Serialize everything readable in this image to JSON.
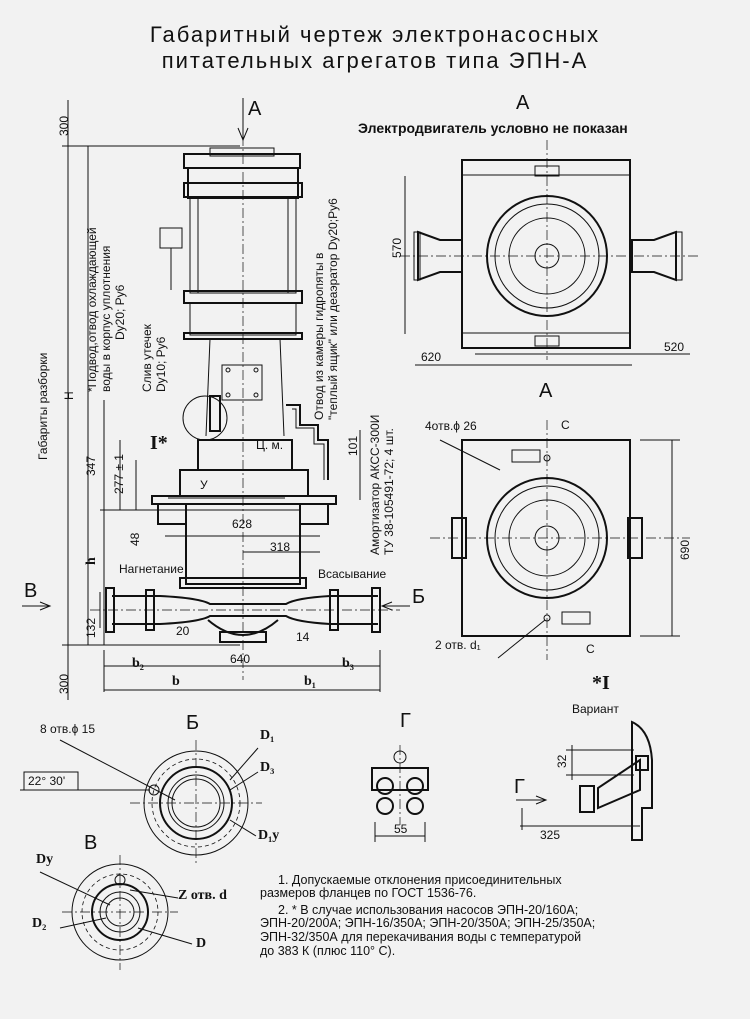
{
  "title": {
    "line1": "Габаритный чертеж электронасосных",
    "line2": "питательных агрегатов типа ЭПН-А"
  },
  "views": {
    "a_main": "А",
    "a_top": "А",
    "a_mid": "А",
    "b_section": "Б",
    "b_arrow": "Б",
    "v_section": "В",
    "v_arrow": "В",
    "g_view": "Г",
    "g_arrow": "Г",
    "detail": "*I",
    "detail_marker": "I*"
  },
  "captions": {
    "motor_note": "Электродвигатель условно не показан",
    "variant": "Вариант",
    "discharge": "Нагнетание",
    "suction": "Всасывание",
    "center_mass": "Ц. м.",
    "y_label": "У",
    "holes_26": "4отв.ϕ 26",
    "holes_d1": "2 отв. d₁",
    "holes_15": "8 отв.ϕ 15",
    "angle": "22° 30'",
    "holes_z": "Z отв. d",
    "c_top": "С",
    "c_bottom": "С"
  },
  "vertical_captions": {
    "cooling": "*Подвод,отвод охлаждающей",
    "cooling2": "воды в корпус уплотнения",
    "cooling3": "Dу20; Ру6",
    "leak": "Слив утечек",
    "leak2": "Dу10; Ру6",
    "drain": "Отвод из камеры гидропяты в",
    "drain2": "\"теплый ящик\" или деаэратор Dу20;Ру6",
    "damper": "Амортизатор АКСС-300И",
    "damper2": "ТУ 38-105491-72; 4 шт.",
    "dismantle": "Габариты разборки"
  },
  "dims": {
    "d300_top": "300",
    "d300_bottom": "300",
    "H": "H",
    "h": "h",
    "d347": "347",
    "d277": "277 ± 1",
    "d48": "48",
    "d132": "132",
    "d101": "101",
    "d628": "628",
    "d318": "318",
    "d20": "20",
    "d14": "14",
    "d640": "640",
    "b": "b",
    "b1": "b₁",
    "b2": "b₂",
    "b3": "b₃",
    "d570": "570",
    "d620": "620",
    "d520": "520",
    "d690": "690",
    "d32": "32",
    "d55": "55",
    "d325": "325",
    "D1": "D₁",
    "D3": "D₃",
    "D1y": "D₁у",
    "Dy": "Dу",
    "D2": "D₂",
    "D": "D"
  },
  "notes": {
    "n1a": "1. Допускаемые отклонения присоединительных",
    "n1b": "размеров фланцев по ГОСТ 1536-76.",
    "n2a": "2. * В случае использования насосов ЭПН-20/160А;",
    "n2b": "ЭПН-20/200А; ЭПН-16/350А; ЭПН-20/350А; ЭПН-25/350А;",
    "n2c": "ЭПН-32/350А для перекачивания воды с температурой",
    "n2d": "до 383 К (плюс 110° С)."
  }
}
